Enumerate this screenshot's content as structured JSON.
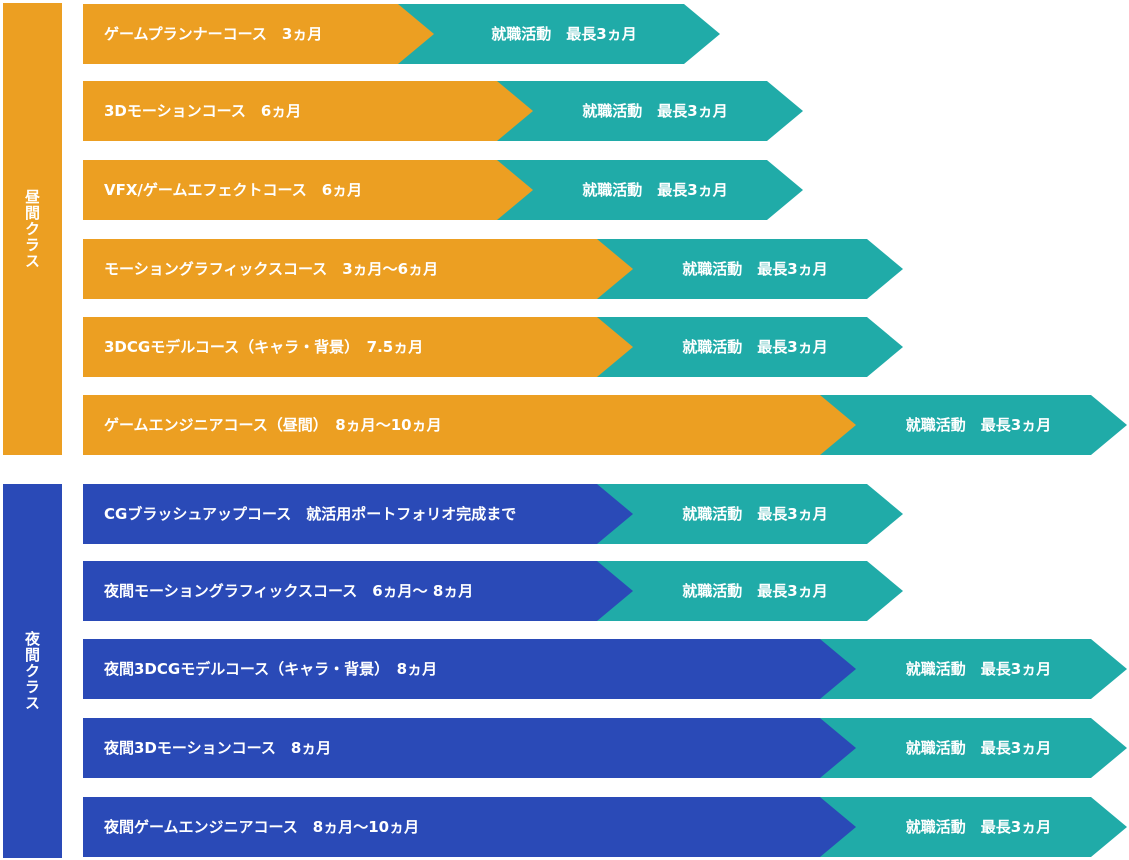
{
  "colors": {
    "day": "#EC9F22",
    "night": "#2A4AB7",
    "job": "#20ABA8"
  },
  "day_class": {
    "label": "昼間クラス",
    "rows": [
      {
        "course": "ゲームプランナーコース　3ヵ月",
        "job": "就職活動　最長3ヵ月"
      },
      {
        "course": "3Dモーションコース　6ヵ月",
        "job": "就職活動　最長3ヵ月"
      },
      {
        "course": "VFX/ゲームエフェクトコース　6ヵ月",
        "job": "就職活動　最長3ヵ月"
      },
      {
        "course": "モーショングラフィックスコース　3ヵ月〜6ヵ月",
        "job": "就職活動　最長3ヵ月"
      },
      {
        "course": "3DCGモデルコース（キャラ・背景）　7.5ヵ月",
        "job": "就職活動　最長3ヵ月"
      },
      {
        "course": "ゲームエンジニアコース（昼間）　8ヵ月〜10ヵ月",
        "job": "就職活動　最長3ヵ月"
      }
    ]
  },
  "night_class": {
    "label": "夜間クラス",
    "rows": [
      {
        "course": "CGブラッシュアップコース　就活用ポートフォリオ完成まで",
        "job": "就職活動　最長3ヵ月"
      },
      {
        "course": "夜間モーショングラフィックスコース　6ヵ月〜 8ヵ月",
        "job": "就職活動　最長3ヵ月"
      },
      {
        "course": "夜間3DCGモデルコース（キャラ・背景）　8ヵ月",
        "job": "就職活動　最長3ヵ月"
      },
      {
        "course": "夜間3Dモーションコース　8ヵ月",
        "job": "就職活動　最長3ヵ月"
      },
      {
        "course": "夜間ゲームエンジニアコース　8ヵ月〜10ヵ月",
        "job": "就職活動　最長3ヵ月"
      }
    ]
  }
}
